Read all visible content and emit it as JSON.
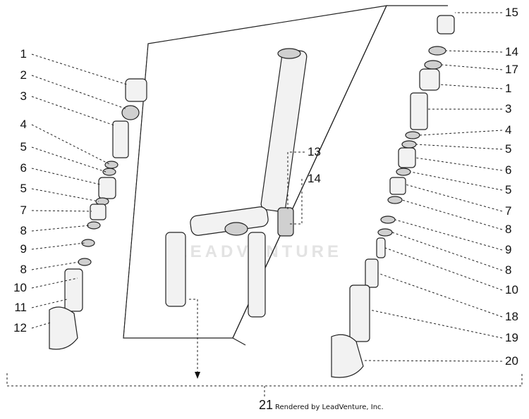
{
  "watermark": "LEADVENTURE",
  "credit": {
    "number": "21",
    "text": "Rendered by LeadVenture, Inc."
  },
  "left_callouts": [
    "1",
    "2",
    "3",
    "4",
    "5",
    "6",
    "5",
    "7",
    "8",
    "9",
    "8",
    "10",
    "11",
    "12"
  ],
  "middle_callouts": [
    "13",
    "14"
  ],
  "right_callouts": [
    "15",
    "14",
    "17",
    "1",
    "3",
    "4",
    "5",
    "6",
    "5",
    "7",
    "8",
    "9",
    "8",
    "10",
    "18",
    "19",
    "20"
  ]
}
